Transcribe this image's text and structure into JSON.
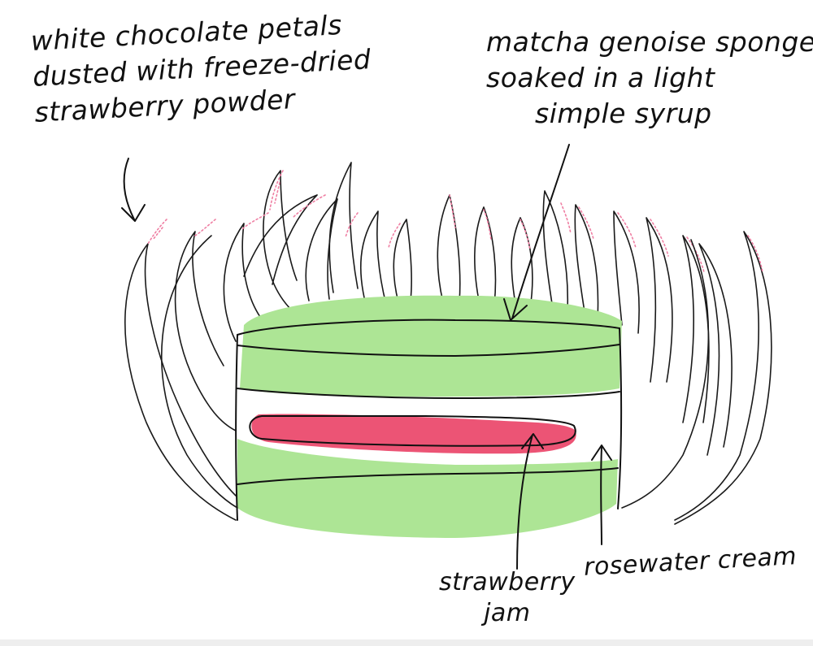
{
  "labels": {
    "petals": [
      "white chocolate petals",
      "dusted with freeze-dried",
      "strawberry powder"
    ],
    "sponge": [
      "matcha genoise sponge",
      "soaked in a light",
      "simple syrup"
    ],
    "jam": [
      "strawberry",
      "jam"
    ],
    "cream": "rosewater cream"
  },
  "colors": {
    "matcha": "#ade595",
    "strawberry": "#ec5475",
    "dust": "#ef7fa3",
    "ink": "#111111"
  }
}
